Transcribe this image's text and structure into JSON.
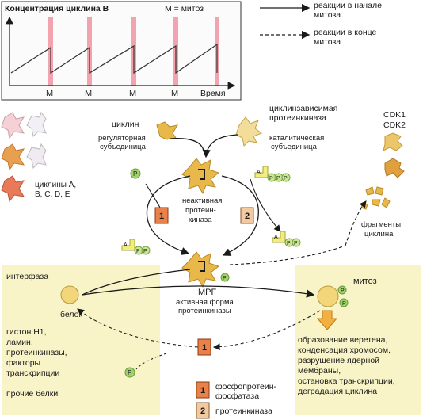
{
  "chart_panel": {
    "title": "Концентрация циклина B",
    "mitosis_legend": "M = митоз",
    "x_axis_label": "Время",
    "m_labels": [
      "M",
      "M",
      "M",
      "M"
    ]
  },
  "arrow_legend": {
    "solid_label_1": "реакции в начале",
    "solid_label_2": "митоза",
    "dashed_label_1": "реакции в конце",
    "dashed_label_2": "митоза"
  },
  "left_legend": {
    "cyclins_line1": "циклины A,",
    "cyclins_line2": "B, C, D, E"
  },
  "right_legend": {
    "cdk1": "CDK1",
    "cdk2": "CDK2"
  },
  "cycle": {
    "cyclin": "циклин",
    "reg_sub_1": "регуляторная",
    "reg_sub_2": "субъединица",
    "kinase_1": "циклинзависимая",
    "kinase_2": "протеинкиназа",
    "cat_sub_1": "каталитическая",
    "cat_sub_2": "субъединица",
    "inactive_1": "неактивная",
    "inactive_2": "протеин-",
    "inactive_3": "киназа",
    "mpf": "MPF",
    "mpf_active_1": "активная форма",
    "mpf_active_2": "протеинкиназы",
    "fragments_1": "фрагменты",
    "fragments_2": "циклина",
    "p": "P",
    "a": "A",
    "box1": "1",
    "box2": "2"
  },
  "interphase": {
    "title": "интерфаза",
    "protein": "белок",
    "list": [
      "гистон H1,",
      "ламин,",
      "протеинкиназы,",
      "факторы",
      "транскрипции"
    ],
    "other": "прочие белки"
  },
  "mitosis": {
    "title": "митоз",
    "effects": [
      "образование веретена,",
      "конденсация хромосом,",
      "разрушение ядерной",
      "мембраны,",
      "остановка транскрипции,",
      "деградация циклина"
    ]
  },
  "enzyme_legend": {
    "item1_num": "1",
    "item1_line1": "фосфопротеин-",
    "item1_line2": "фосфатаза",
    "item2_num": "2",
    "item2_label": "протеинкиназа"
  },
  "colors": {
    "mitosis_band": "#f2a3ad",
    "panel_yellow": "#f8f4c8",
    "orange_box": "#e8824a",
    "peach_box": "#f2c9a0",
    "cyclin_gold": "#e8b84a",
    "p_green": "#9fd36a"
  }
}
